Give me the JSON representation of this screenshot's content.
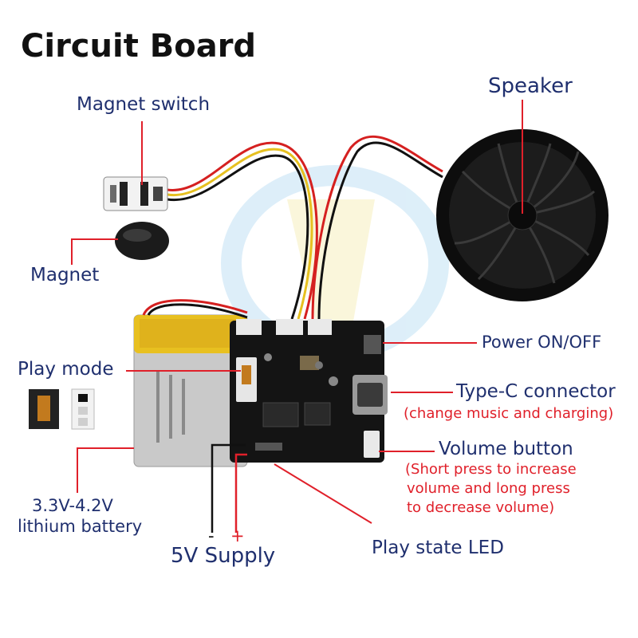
{
  "title": "Circuit Board",
  "labels": {
    "magnet_switch": "Magnet switch",
    "speaker": "Speaker",
    "magnet": "Magnet",
    "power": "Power ON/OFF",
    "play_mode": "Play mode",
    "type_c": "Type-C connector",
    "type_c_note": "(change music  and charging)",
    "volume": "Volume button",
    "volume_note_1": "(Short press to increase",
    "volume_note_2": "volume and long press",
    "volume_note_3": "to decrease volume)",
    "battery_1": "3.3V-4.2V",
    "battery_2": "lithium battery",
    "minus": "-",
    "plus": "+",
    "supply": "5V Supply",
    "led": "Play state LED"
  },
  "colors": {
    "label_blue": "#1f2f6e",
    "note_red": "#e0202a",
    "pointer_red": "#e0202a",
    "board": "#141414",
    "battery_yellow": "#e8c020"
  }
}
